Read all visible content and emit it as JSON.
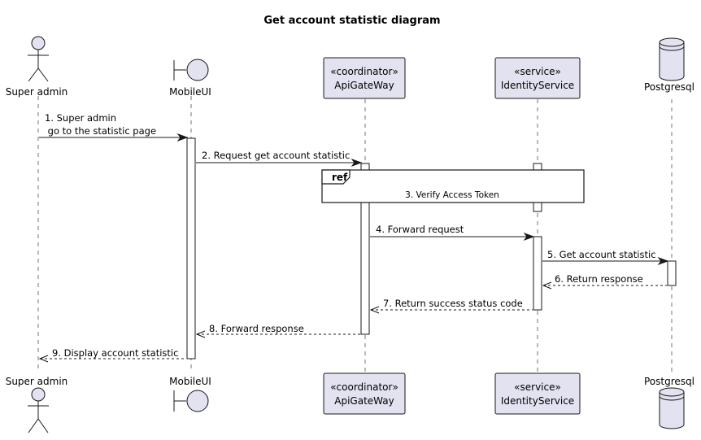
{
  "title": "Get account statistic diagram",
  "participants": {
    "super_admin": "Super admin",
    "mobile_ui": "MobileUI",
    "api_gateway_stereo": "«coordinator»",
    "api_gateway": "ApiGateWay",
    "identity_stereo": "«service»",
    "identity": "IdentityService",
    "postgresql": "Postgresql"
  },
  "messages": {
    "m1_line1": "1. Super admin",
    "m1_line2": " go to the statistic page",
    "m2": "2. Request get account statistic",
    "m3": "3. Verify Access Token",
    "m4": "4. Forward request",
    "m5": "5. Get account statistic",
    "m6": "6. Return response",
    "m7": "7. Return success status code",
    "m8": "8. Forward response",
    "m9": "9. Display account statistic"
  },
  "ref_label": "ref",
  "colors": {
    "participant_fill": "#e2e2f0",
    "line": "#181818"
  }
}
